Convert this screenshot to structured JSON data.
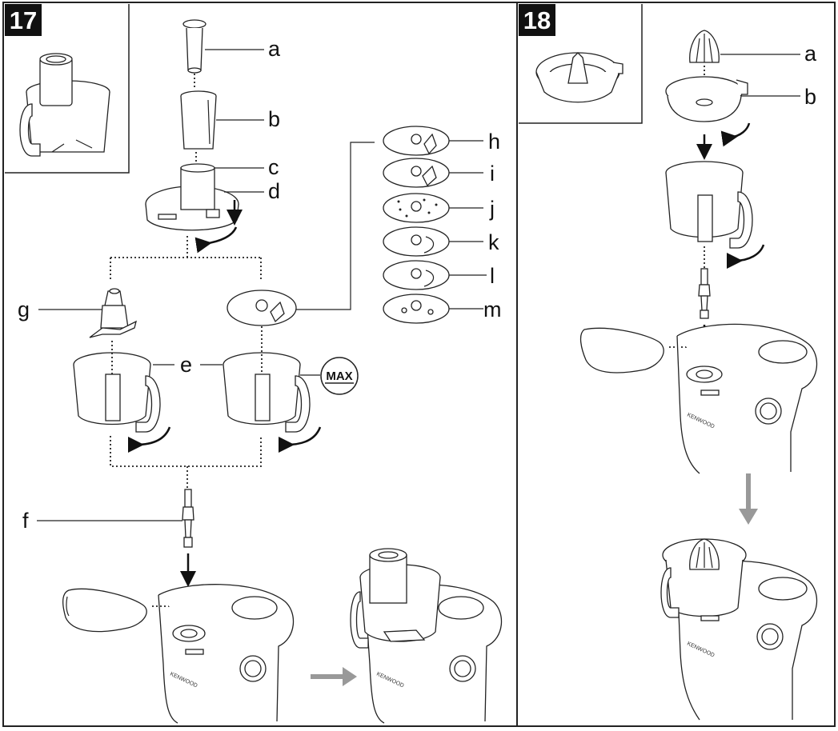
{
  "panels": [
    {
      "step": "17"
    },
    {
      "step": "18"
    }
  ],
  "step17": {
    "labels": {
      "a": "a",
      "b": "b",
      "c": "c",
      "d": "d",
      "e": "e",
      "f": "f",
      "g": "g",
      "h": "h",
      "i": "i",
      "j": "j",
      "k": "k",
      "l": "l",
      "m": "m"
    },
    "max_badge": "MAX",
    "brand": "KENWOOD"
  },
  "step18": {
    "labels": {
      "a": "a",
      "b": "b"
    },
    "brand": "KENWOOD"
  },
  "colors": {
    "line": "#222222",
    "badge": "#111111",
    "flow_arrow": "#999999"
  }
}
